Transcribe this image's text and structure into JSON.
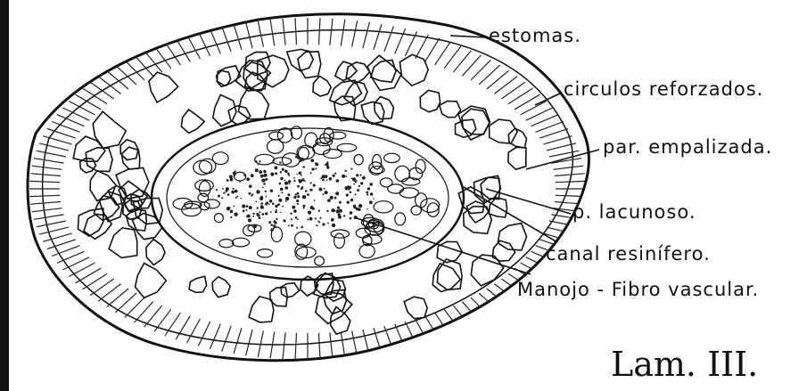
{
  "labels": {
    "estomas": "estomas.",
    "circulos": "circulos reforzados.",
    "empalizada": "par. empalizada.",
    "lacunoso": "p. lacunoso.",
    "canal": "canal resinífero.",
    "manojo": "Manojo - Fibro vascular."
  },
  "plate": "Lam. III."
}
